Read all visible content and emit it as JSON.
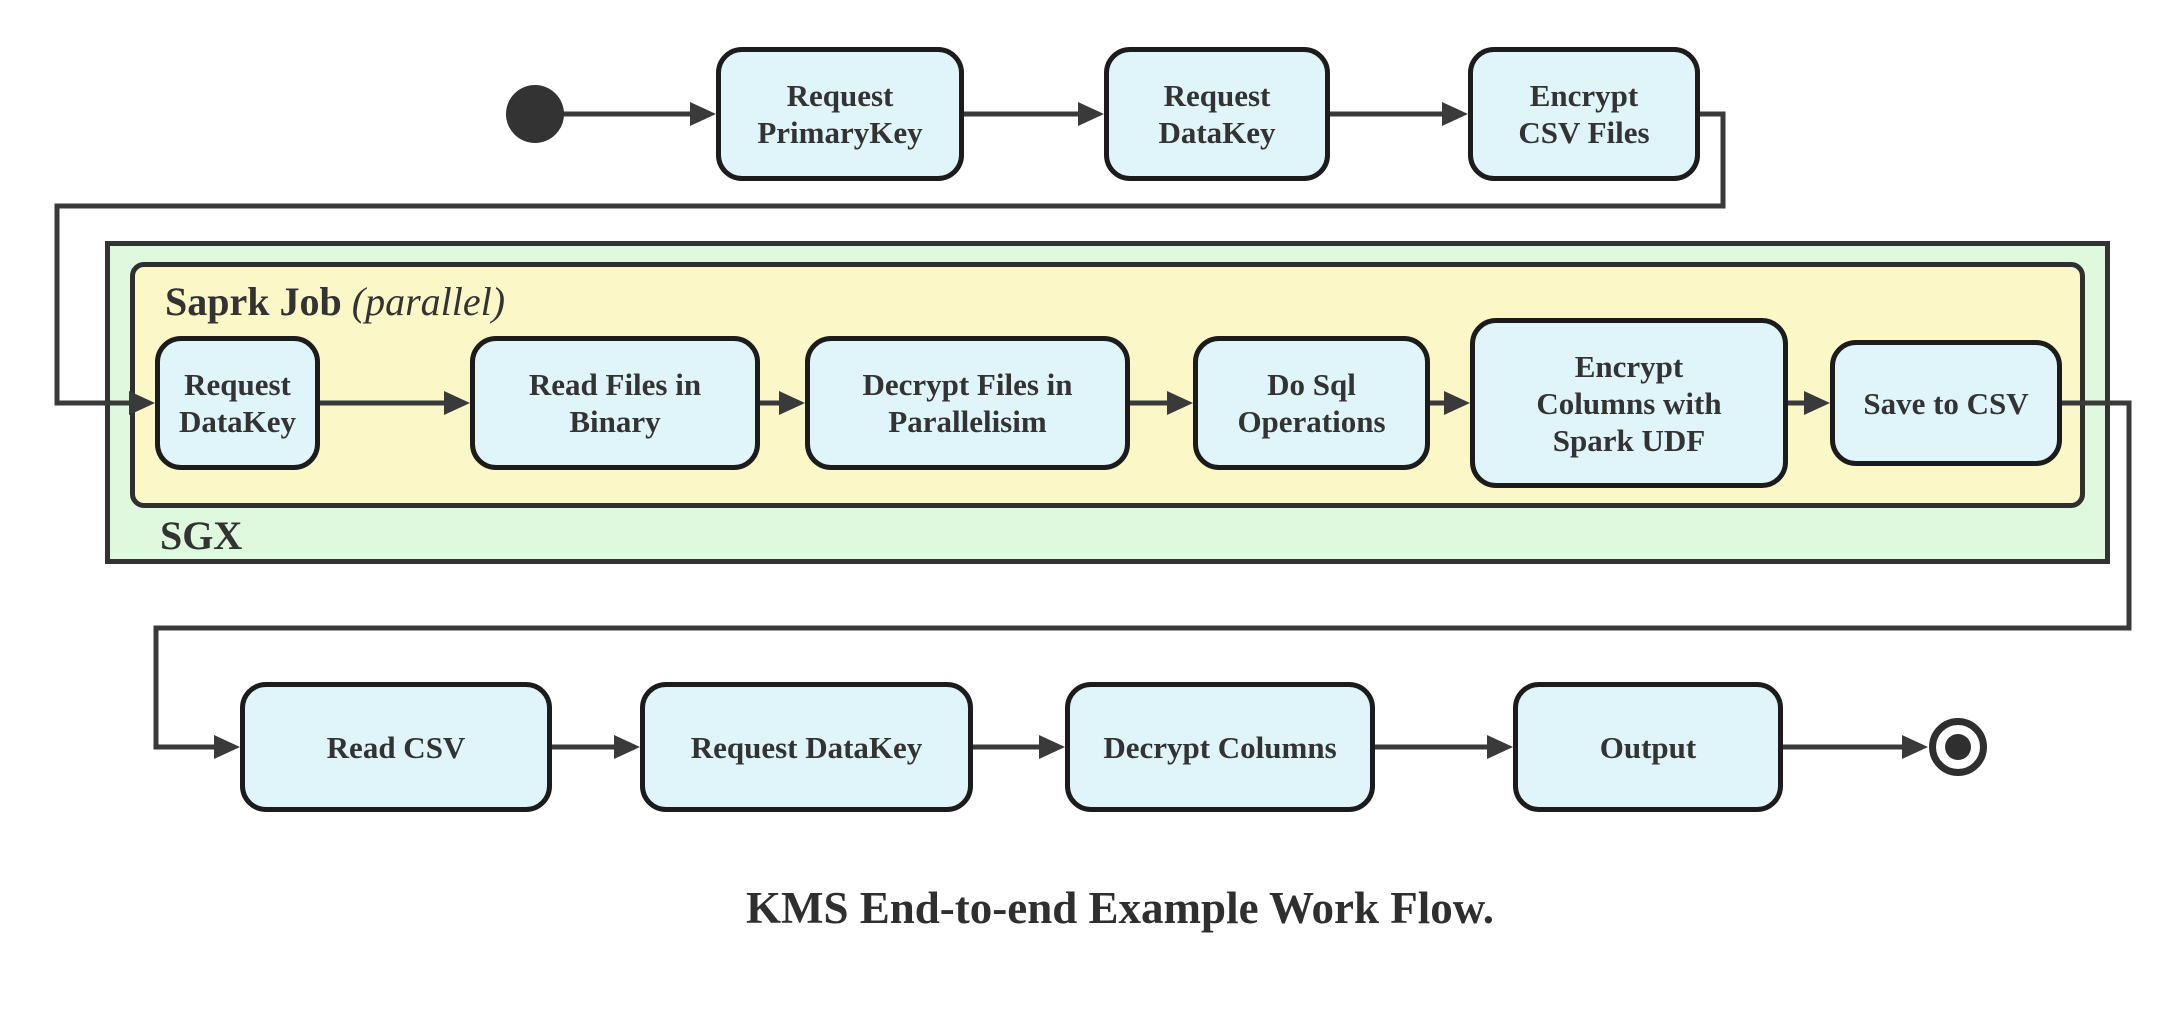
{
  "caption": "KMS End-to-end Example Work Flow.",
  "colors": {
    "node_fill": "#e0f5fa",
    "node_border": "#1c1c1c",
    "sgx_fill": "#dff9de",
    "spark_fill": "#fbf7c6",
    "line": "#3a3a3a",
    "text": "#333333"
  },
  "icons": {
    "start": "initial-state",
    "end": "final-state"
  },
  "containers": {
    "sgx": {
      "label": "SGX"
    },
    "spark_job": {
      "title": "Saprk Job",
      "annotation": "(parallel)"
    }
  },
  "rows": {
    "top": [
      {
        "label": "Request\nPrimaryKey"
      },
      {
        "label": "Request\nDataKey"
      },
      {
        "label": "Encrypt\nCSV Files"
      }
    ],
    "spark": [
      {
        "label": "Request\nDataKey"
      },
      {
        "label": "Read Files in\nBinary"
      },
      {
        "label": "Decrypt Files in\nParallelisim"
      },
      {
        "label": "Do Sql\nOperations"
      },
      {
        "label": "Encrypt\nColumns with\nSpark UDF"
      },
      {
        "label": "Save to CSV"
      }
    ],
    "bottom": [
      {
        "label": "Read CSV"
      },
      {
        "label": "Request DataKey"
      },
      {
        "label": "Decrypt Columns"
      },
      {
        "label": "Output"
      }
    ]
  }
}
